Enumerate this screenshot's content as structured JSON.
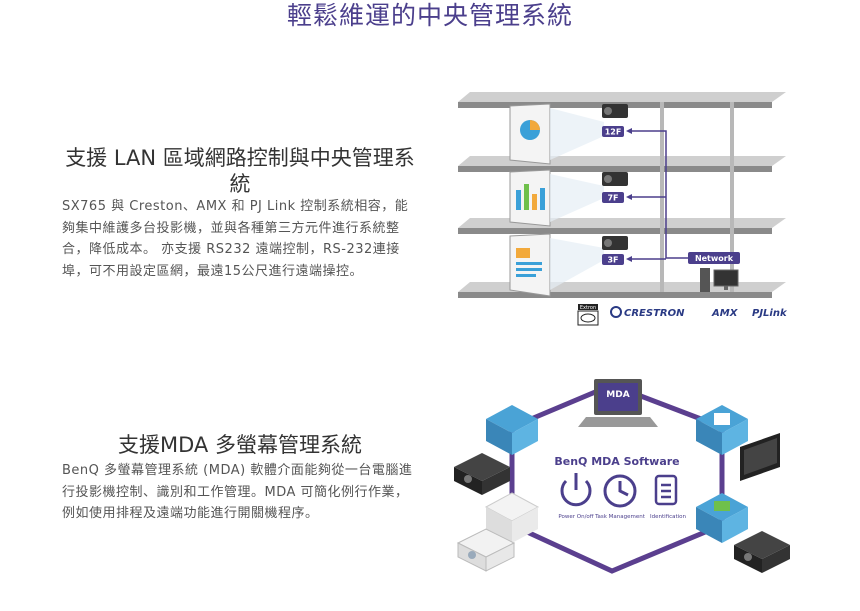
{
  "header": {
    "title": "輕鬆維運的中央管理系統"
  },
  "section_lan": {
    "title": "支援 LAN 區域網路控制與中央管理系統",
    "text": "SX765 與 Creston、AMX 和 PJ Link 控制系統相容，能夠集中維護多台投影機，並與各種第三方元件進行系統整合，降低成本。 亦支援 RS232 遠端控制，RS-232連接埠，可不用設定區網，最遠15公尺進行遠端操控。",
    "diagram": {
      "floors": [
        "12F",
        "7F",
        "3F"
      ],
      "network_label": "Network",
      "certification_label": "Extron",
      "logos": [
        "CRESTRON",
        "AMX",
        "PJLink"
      ]
    }
  },
  "section_mda": {
    "title": "支援MDA 多螢幕管理系統",
    "text": "BenQ 多螢幕管理系統 (MDA) 軟體介面能夠從一台電腦進行投影機控制、識別和工作管理。MDA 可簡化例行作業，例如使用排程及遠端功能進行開關機程序。",
    "diagram": {
      "laptop_label": "MDA",
      "software_title": "BenQ MDA Software",
      "features": [
        "Power On/off",
        "Task Management",
        "Identification"
      ]
    }
  },
  "colors": {
    "brand_purple": "#4b3f8c",
    "shelf_gray": "#8a8a8a"
  }
}
